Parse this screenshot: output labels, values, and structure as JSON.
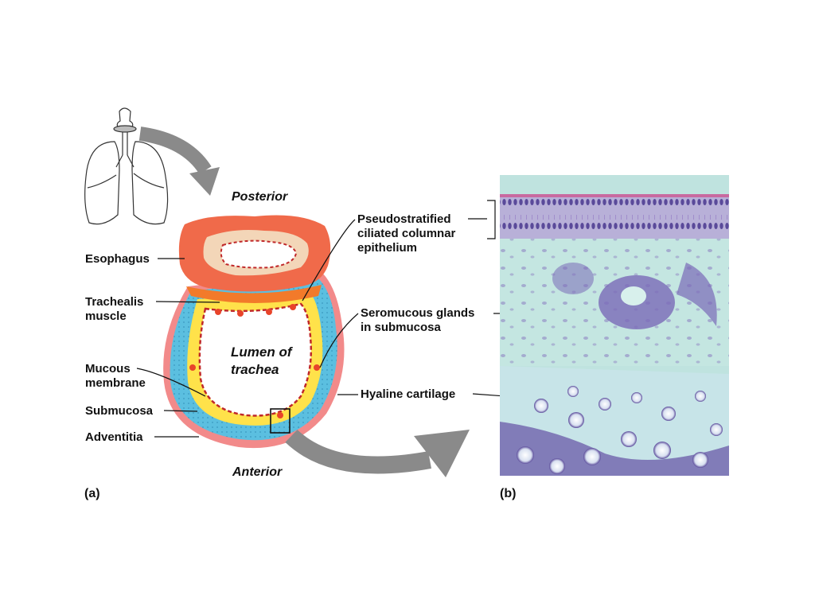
{
  "orientation": {
    "posterior": "Posterior",
    "anterior": "Anterior"
  },
  "lumen_label": {
    "line1": "Lumen of",
    "line2": "trachea"
  },
  "left_labels": {
    "esophagus": "Esophagus",
    "trachealis_1": "Trachealis",
    "trachealis_2": "muscle",
    "mucous_1": "Mucous",
    "mucous_2": "membrane",
    "submucosa": "Submucosa",
    "adventitia": "Adventitia"
  },
  "right_labels": {
    "pseudo_1": "Pseudostratified",
    "pseudo_2": "ciliated columnar",
    "pseudo_3": "epithelium",
    "glands_1": "Seromucous glands",
    "glands_2": "in submucosa",
    "hyaline": "Hyaline cartilage"
  },
  "panels": {
    "a": "(a)",
    "b": "(b)"
  },
  "colors": {
    "esophagus": "#f06a4a",
    "esophagus_inner": "#f3d6b8",
    "cartilage": "#5bbfe0",
    "submucosa": "#ffe24a",
    "adventitia": "#f28a8a",
    "mucosa_line": "#c0282a",
    "micrograph_bg": "#bfe3df",
    "micrograph_cells": "#6a5aa8",
    "arrow": "#8a8a8a"
  },
  "icons": {
    "lungs": "lungs-outline-icon",
    "arrow_curved": "curved-arrow-icon"
  }
}
